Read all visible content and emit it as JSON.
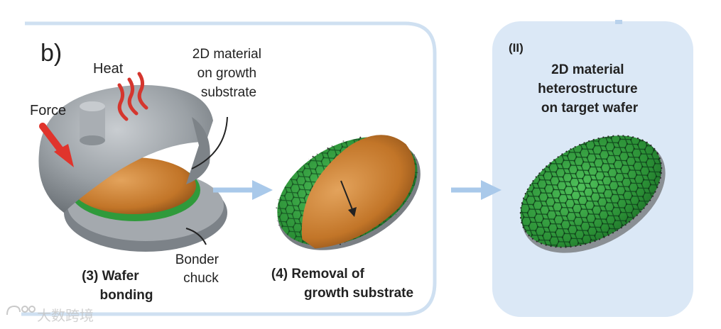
{
  "panel_label": "b)",
  "labels": {
    "heat": "Heat",
    "force": "Force",
    "material_on_substrate": [
      "2D material",
      "on growth",
      "substrate"
    ],
    "bonder_chuck": [
      "Bonder",
      "chuck"
    ],
    "step3": [
      "(3) Wafer",
      "bonding"
    ],
    "step4": [
      "(4) Removal of",
      "growth substrate"
    ],
    "stage2_label": "(II)",
    "stage2_title": [
      "2D material",
      "heterostructure",
      "on target wafer"
    ]
  },
  "watermark": "大数跨境",
  "colors": {
    "panel_border": "#cfe0f1",
    "panel_fill_right": "#dbe8f6",
    "arrow": "#a9c9ea",
    "force_arrow": "#e0342c",
    "heat_wave": "#d5362e",
    "substrate": "#c8782c",
    "wafer_green": "#2f9a3b",
    "lattice": "#1b5d2a",
    "chuck_grey": "#8f9499"
  }
}
